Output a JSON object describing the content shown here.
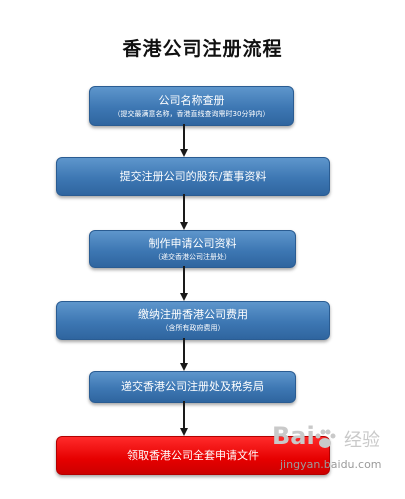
{
  "title": "香港公司注册流程",
  "steps": [
    {
      "main": "公司名称查册",
      "sub": "（提交最满意名称，香港直线查询需时30分钟内）"
    },
    {
      "main": "提交注册公司的股东/董事资料",
      "sub": ""
    },
    {
      "main": "制作申请公司资料",
      "sub": "（递交香港公司注册处）"
    },
    {
      "main": "缴纳注册香港公司费用",
      "sub": "（含所有政府费用）"
    },
    {
      "main": "递交香港公司注册处及税务局",
      "sub": ""
    },
    {
      "main": "领取香港公司全套申请文件",
      "sub": ""
    }
  ],
  "watermark": {
    "logo": "Bai",
    "logo_cn": "经验",
    "url": "jingyan.baidu.com"
  },
  "colors": {
    "step_blue": "#3d77b3",
    "final_red": "#e60000",
    "arrow": "#1a1a1a"
  }
}
